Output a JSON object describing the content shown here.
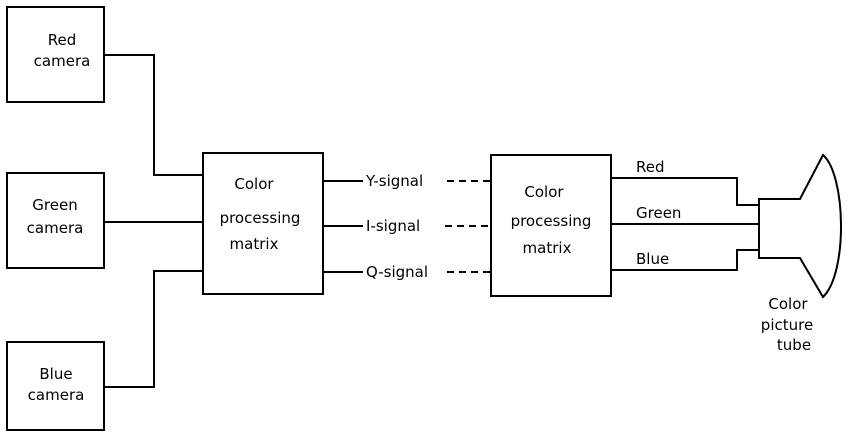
{
  "cameras": {
    "red": [
      "Red",
      "camera"
    ],
    "green": [
      "Green",
      "camera"
    ],
    "blue": [
      "Blue",
      "camera"
    ]
  },
  "matrix_left": [
    "Color",
    "processing",
    "matrix"
  ],
  "matrix_right": [
    "Color",
    "processing",
    "matrix"
  ],
  "signals": {
    "y": "Y-signal",
    "i": "I-signal",
    "q": "Q-signal"
  },
  "outputs": {
    "red": "Red",
    "green": "Green",
    "blue": "Blue"
  },
  "tube_label": [
    "Color",
    "picture",
    "tube"
  ]
}
